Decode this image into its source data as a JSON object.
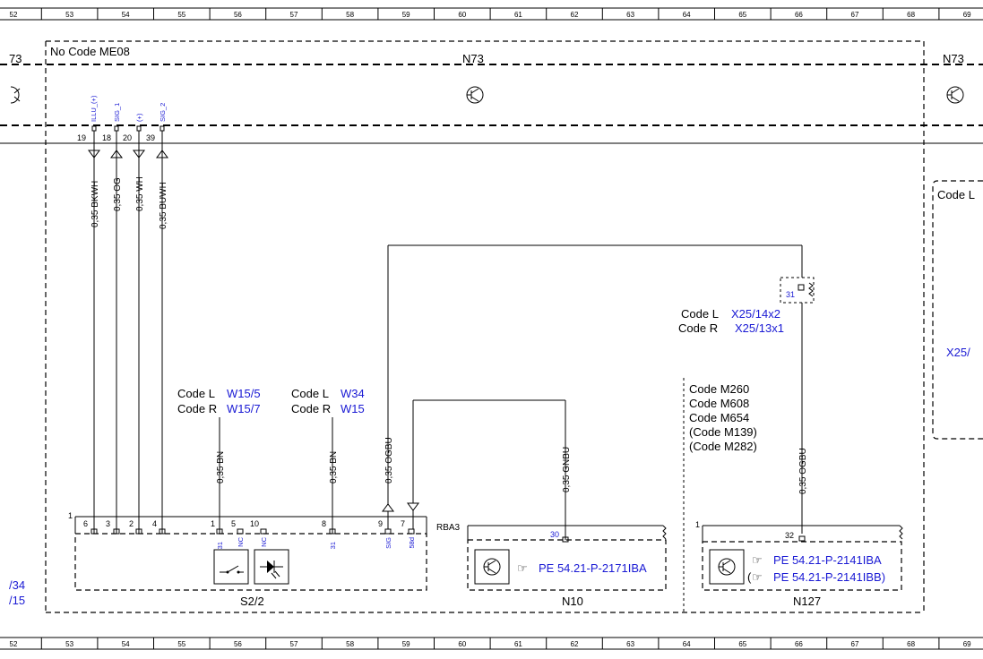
{
  "ruler": {
    "columns": [
      "52",
      "53",
      "54",
      "55",
      "56",
      "57",
      "58",
      "59",
      "60",
      "61",
      "62",
      "63",
      "64",
      "65",
      "66",
      "67",
      "68",
      "69"
    ]
  },
  "frame": {
    "no_code_label": "No Code ME08",
    "n73_left": "73",
    "n73_center": "N73",
    "n73_right": "N73"
  },
  "n73_connector": {
    "pins": [
      {
        "number": "19",
        "signal": "ILLU_(+)"
      },
      {
        "number": "18",
        "signal": "SIG_1"
      },
      {
        "number": "20",
        "signal": "(+)"
      },
      {
        "number": "39",
        "signal": "SIG_2"
      }
    ],
    "wires": [
      "0,35 BKWH",
      "0,35 OG",
      "0,35 WH",
      "0,35 BUWH"
    ]
  },
  "right_panel": {
    "code_label": "Code L",
    "ref": "X25/"
  },
  "connector_refs": {
    "code_l": "Code L",
    "code_r": "Code R",
    "x25_l": "X25/14x2",
    "x25_r": "X25/13x1",
    "pin_31": "31"
  },
  "wire_refs": {
    "w15_code_l": "Code L",
    "w15_code_r": "Code R",
    "w15_l": "W15/5",
    "w15_r": "W15/7",
    "w34_code_l": "Code L",
    "w34_code_r": "Code R",
    "w34_l": "W34",
    "w34_r": "W15"
  },
  "codes": [
    "Code M260",
    "Code M608",
    "Code M654",
    "(Code M139)",
    "(Code M282)"
  ],
  "mid_wires": {
    "bn1": "0,35 BN",
    "bn2": "0,35 BN",
    "ogbu1": "0,35 OGBU",
    "gnbu": "0,35 GNBU",
    "ogbu2": "0,35 OGBU"
  },
  "s22": {
    "name": "S2/2",
    "corner_pin": "1",
    "pins": [
      "6",
      "3",
      "2",
      "4",
      "1",
      "5",
      "10",
      "8",
      "9",
      "7"
    ],
    "signals": [
      "31",
      "NC",
      "NC",
      "31",
      "SIG",
      "58d"
    ],
    "rba": "RBA3"
  },
  "n10": {
    "name": "N10",
    "pin": "30",
    "ref": "PE 54.21-P-2171IBA"
  },
  "n127": {
    "name": "N127",
    "corner_pin": "1",
    "pin": "32",
    "ref1": "PE 54.21-P-2141IBA",
    "ref2_open": "(",
    "ref2": "PE 54.21-P-2141IBB)"
  },
  "left_refs": [
    "/34",
    "/15"
  ]
}
